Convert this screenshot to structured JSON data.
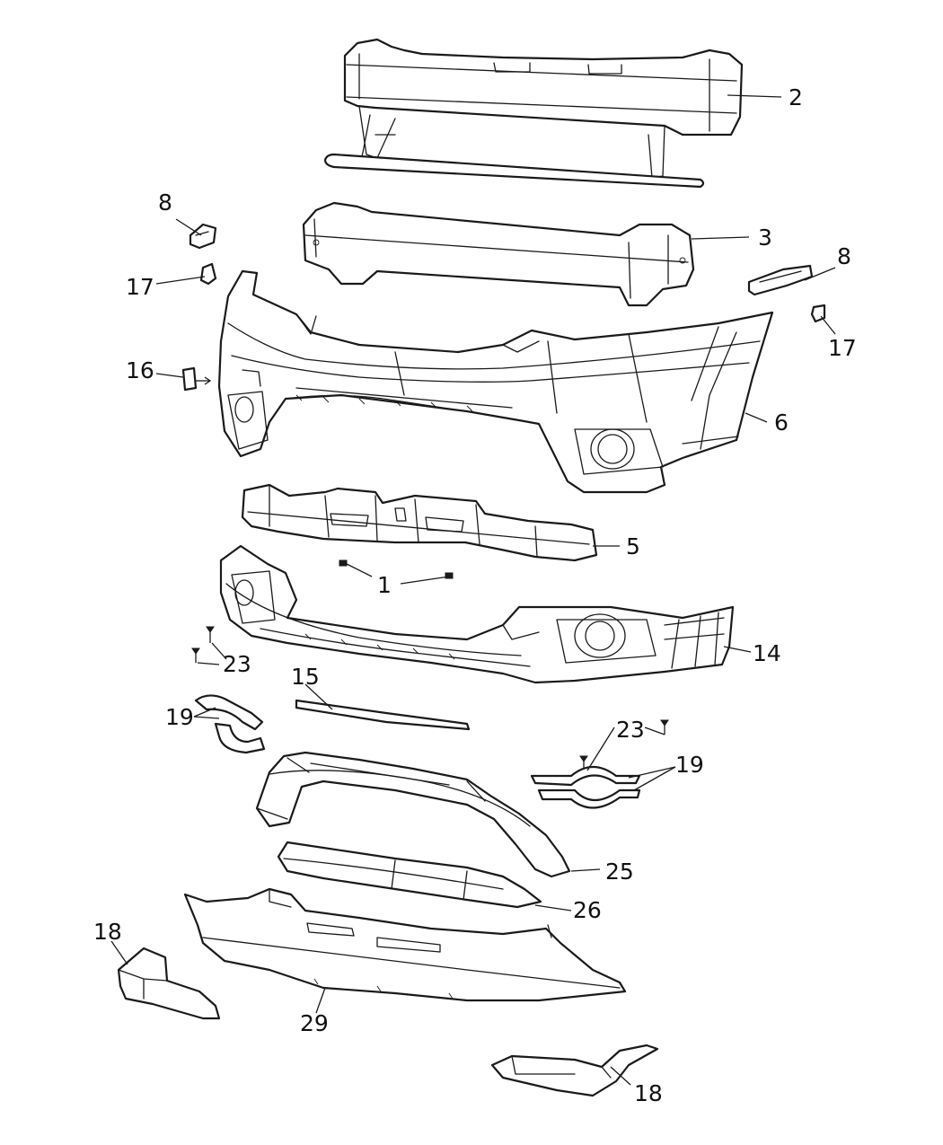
{
  "callouts": {
    "c2": "2",
    "c3": "3",
    "c8a": "8",
    "c8b": "8",
    "c17a": "17",
    "c17b": "17",
    "c16": "16",
    "c6": "6",
    "c5": "5",
    "c1": "1",
    "c14": "14",
    "c23a": "23",
    "c23b": "23",
    "c15": "15",
    "c19a": "19",
    "c19b": "19",
    "c25": "25",
    "c26": "26",
    "c18a": "18",
    "c18b": "18",
    "c29": "29"
  }
}
